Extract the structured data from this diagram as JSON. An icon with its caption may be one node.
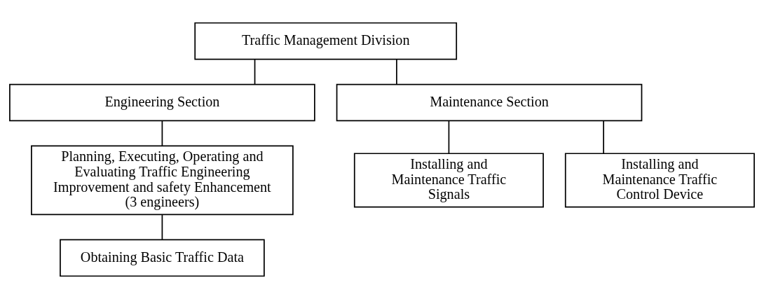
{
  "diagram": {
    "nodes": [
      {
        "text": [
          "Traffic Management Division"
        ]
      },
      {
        "text": [
          "Engineering Section"
        ]
      },
      {
        "text": [
          "Maintenance Section"
        ]
      },
      {
        "text": [
          "Planning, Executing, Operating and Evaluating Traffic Engineering Improvement and safety Enhancement (3 engineers)"
        ]
      },
      {
        "text": [
          "Installing and Maintenance Traffic Signals"
        ]
      },
      {
        "text": [
          "Installing and Maintenance Traffic Control Device"
        ]
      },
      {
        "text": [
          "Obtaining Basic Traffic Data"
        ]
      }
    ],
    "edges": [
      {
        "from": 0,
        "to": 1,
        "arrow": "none"
      },
      {
        "from": 0,
        "to": 2,
        "arrow": "none"
      },
      {
        "from": 1,
        "to": 3,
        "arrow": "none"
      },
      {
        "from": 2,
        "to": 4,
        "arrow": "none"
      },
      {
        "from": 2,
        "to": 5,
        "arrow": "none"
      },
      {
        "from": 3,
        "to": 6,
        "arrow": "none"
      }
    ]
  }
}
